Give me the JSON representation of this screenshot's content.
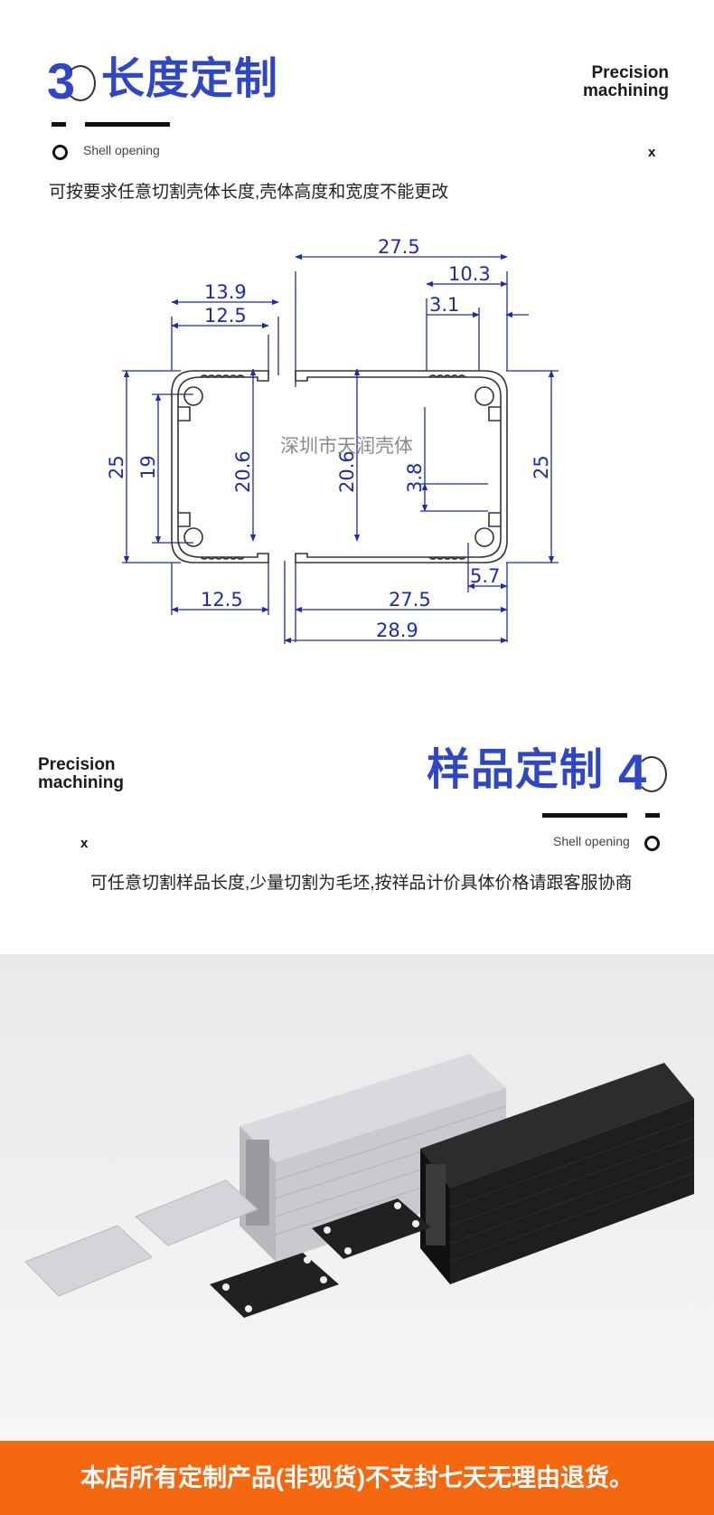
{
  "section3": {
    "number": "3",
    "title": "长度定制",
    "precision_line1": "Precision",
    "precision_line2": "machining",
    "shell_opening": "Shell opening",
    "x_label": "x",
    "description": "可按要求任意切割壳体长度,壳体高度和宽度不能更改"
  },
  "drawing": {
    "watermark": "深圳市天润壳体",
    "dims": {
      "top_27_5": "27.5",
      "d_10_3": "10.3",
      "d_3_1": "3.1",
      "d_13_9": "13.9",
      "d_12_5_top": "12.5",
      "d_25_left": "25",
      "d_19": "19",
      "d_20_6_left": "20.6",
      "d_20_6_mid": "20.6",
      "d_3_8": "3.8",
      "d_25_right": "25",
      "d_5_7": "5.7",
      "d_12_5_bottom": "12.5",
      "d_27_5_bottom": "27.5",
      "d_28_9": "28.9"
    }
  },
  "section4": {
    "number": "4",
    "title": "样品定制",
    "precision_line1": "Precision",
    "precision_line2": "machining",
    "shell_opening": "Shell opening",
    "x_label": "x",
    "description": "可任意切割样品长度,少量切割为毛坯,按祥品计价具体价格请跟客服协商"
  },
  "colors": {
    "accent_blue": "#2f46c7",
    "drawing_blue": "#1c2bb0",
    "footer_orange": "#f5680f"
  },
  "footer": {
    "text": "本店所有定制产品(非现货)不支封七天无理由退货。"
  }
}
